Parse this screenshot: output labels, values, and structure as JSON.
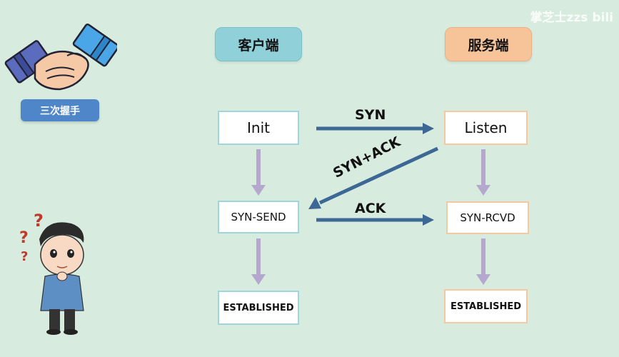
{
  "watermark": "掌芝士zzs bili",
  "badge": {
    "label": "三次握手"
  },
  "headers": {
    "client": "客户端",
    "server": "服务端"
  },
  "client_states": [
    "Init",
    "SYN-SEND",
    "ESTABLISHED"
  ],
  "server_states": [
    "Listen",
    "SYN-RCVD",
    "ESTABLISHED"
  ],
  "messages": {
    "syn": "SYN",
    "synack": "SYN+ACK",
    "ack": "ACK"
  },
  "colors": {
    "message_arrow": "#3d6794",
    "state_arrow": "#b5a8cf",
    "client_border": "#9fd6de",
    "server_border": "#f4c99f"
  }
}
